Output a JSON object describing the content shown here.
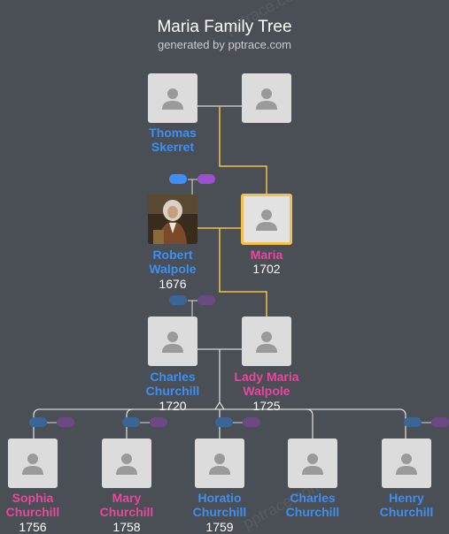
{
  "header": {
    "title": "Maria Family Tree",
    "subtitle": "generated by pptrace.com",
    "watermark": "pptrace.com"
  },
  "colors": {
    "background": "#4a4e55",
    "male": "#3e8ff0",
    "female": "#e8479e",
    "highlight_line": "#f2c04b",
    "line": "#d8d8d8"
  },
  "people": {
    "thomas_skerret": {
      "first": "Thomas",
      "last": "Skerret",
      "year": ""
    },
    "unknown_spouse": {
      "first": "",
      "last": "",
      "year": ""
    },
    "robert_walpole": {
      "first": "Robert",
      "last": "Walpole",
      "year": "1676"
    },
    "maria": {
      "first": "Maria",
      "last": "",
      "year": "1702"
    },
    "charles_churchill_sr": {
      "first": "Charles",
      "last": "Churchill",
      "year": "1720"
    },
    "lady_maria_walpole": {
      "first": "Lady Maria",
      "last": "Walpole",
      "year": "1725"
    },
    "sophia_churchill": {
      "first": "Sophia",
      "last": "Churchill",
      "year": "1756"
    },
    "mary_churchill": {
      "first": "Mary",
      "last": "Churchill",
      "year": "1758"
    },
    "horatio_churchill": {
      "first": "Horatio",
      "last": "Churchill",
      "year": "1759"
    },
    "charles_churchill_jr": {
      "first": "Charles",
      "last": "Churchill",
      "year": ""
    },
    "henry_churchill": {
      "first": "Henry",
      "last": "Churchill",
      "year": ""
    }
  },
  "icons": {
    "placeholder": "person-silhouette-icon",
    "portrait": "portrait-photo",
    "toggle_pair": "branch-toggle-icon"
  }
}
